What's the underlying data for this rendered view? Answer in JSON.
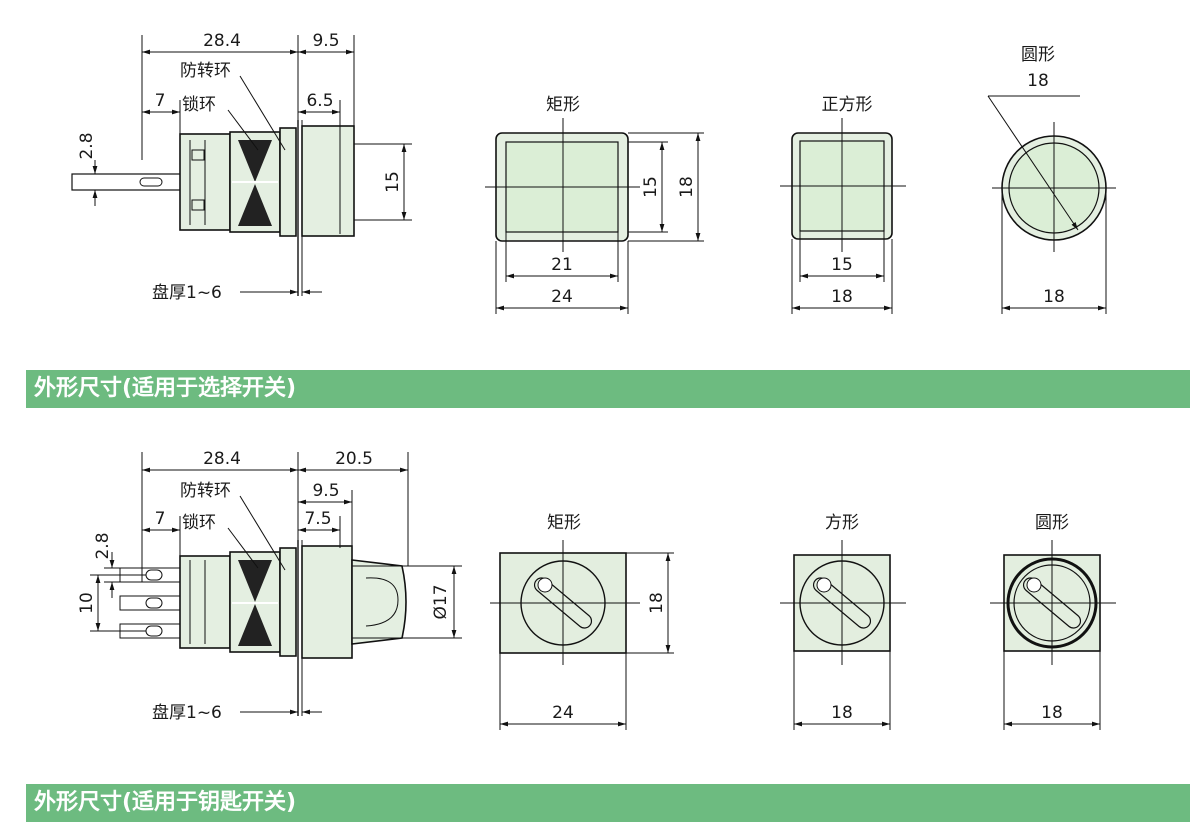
{
  "section1": {
    "side": {
      "dim_28_4": "28.4",
      "dim_9_5": "9.5",
      "dim_7": "7",
      "dim_6_5": "6.5",
      "dim_2_8": "2.8",
      "dim_15": "15",
      "label_anti_rotation": "防转环",
      "label_lock_ring": "锁环",
      "label_panel": "盘厚1~6"
    },
    "rect": {
      "title": "矩形",
      "dim_15": "15",
      "dim_18": "18",
      "dim_21": "21",
      "dim_24": "24"
    },
    "square": {
      "title": "正方形",
      "dim_15": "15",
      "dim_18": "18"
    },
    "round": {
      "title": "圆形",
      "dim_diag": "18",
      "dim_18": "18"
    }
  },
  "banner1": {
    "text": "外形尺寸(适用于选择开关)"
  },
  "section2": {
    "side": {
      "dim_28_4": "28.4",
      "dim_20_5": "20.5",
      "dim_9_5": "9.5",
      "dim_7": "7",
      "dim_7_5": "7.5",
      "dim_2_8": "2.8",
      "dim_10": "10",
      "dim_d17": "Ø17",
      "label_anti_rotation": "防转环",
      "label_lock_ring": "锁环",
      "label_panel": "盘厚1~6"
    },
    "rect": {
      "title": "矩形",
      "dim_18": "18",
      "dim_24": "24"
    },
    "square": {
      "title": "方形",
      "dim_18": "18"
    },
    "round": {
      "title": "圆形",
      "dim_18": "18"
    }
  },
  "banner2": {
    "text": "外形尺寸(适用于钥匙开关)"
  }
}
